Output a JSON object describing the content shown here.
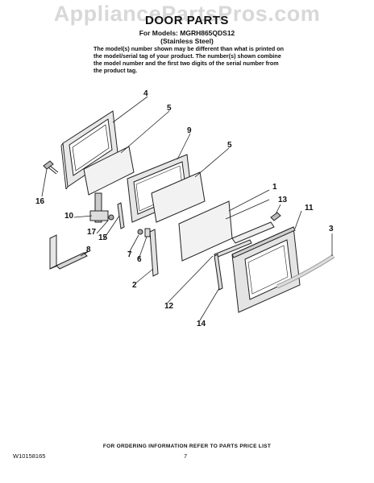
{
  "watermark": "AppliancePartsPros.com",
  "header": {
    "title": "DOOR PARTS",
    "models": "For Models: MGRH865QDS12",
    "finish": "(Stainless Steel)",
    "note": "The model(s) number shown may be different than what is printed on the model/serial tag of your product. The number(s) shown combine the model number and the first two digits of the serial number from the product tag."
  },
  "callouts": [
    "4",
    "5",
    "9",
    "5",
    "16",
    "10",
    "17",
    "15",
    "8",
    "7",
    "6",
    "2",
    "1",
    "13",
    "11",
    "3",
    "12",
    "14"
  ],
  "footer": {
    "ordering": "FOR ORDERING INFORMATION REFER TO PARTS PRICE LIST",
    "doc_number": "W10158165",
    "page_number": "7"
  }
}
